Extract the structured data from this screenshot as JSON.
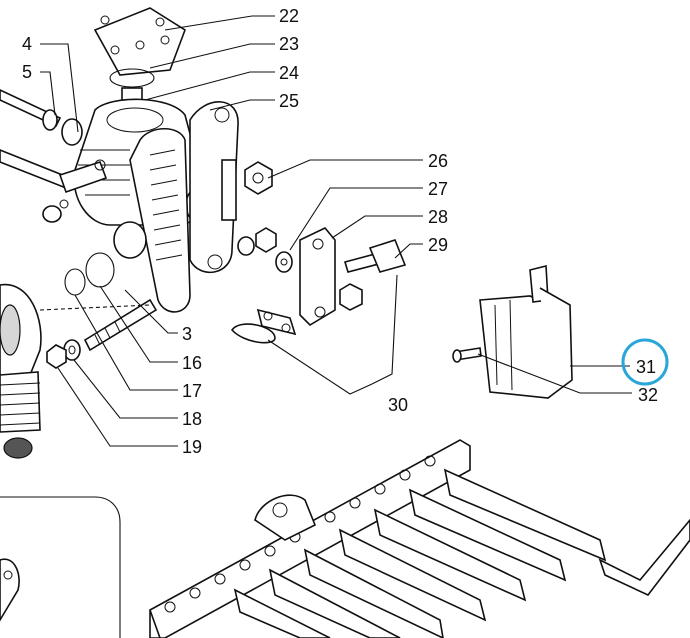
{
  "callouts": [
    {
      "id": "c22",
      "text": "22"
    },
    {
      "id": "c23",
      "text": "23"
    },
    {
      "id": "c24",
      "text": "24"
    },
    {
      "id": "c25",
      "text": "25"
    },
    {
      "id": "c4",
      "text": "4"
    },
    {
      "id": "c5",
      "text": "5"
    },
    {
      "id": "c26",
      "text": "26"
    },
    {
      "id": "c27",
      "text": "27"
    },
    {
      "id": "c28",
      "text": "28"
    },
    {
      "id": "c29",
      "text": "29"
    },
    {
      "id": "c3",
      "text": "3"
    },
    {
      "id": "c16",
      "text": "16"
    },
    {
      "id": "c17",
      "text": "17"
    },
    {
      "id": "c18",
      "text": "18"
    },
    {
      "id": "c19",
      "text": "19"
    },
    {
      "id": "c30",
      "text": "30"
    },
    {
      "id": "c31",
      "text": "31"
    },
    {
      "id": "c32",
      "text": "32"
    }
  ],
  "highlight": {
    "target": "31",
    "color": "#2aa7d8"
  }
}
